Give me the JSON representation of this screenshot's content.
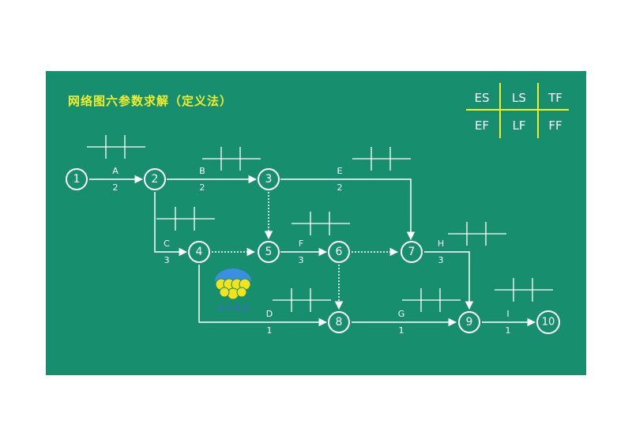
{
  "title": "网络图六参数求解（定义法）",
  "legend": [
    "ES",
    "LS",
    "TF",
    "EF",
    "LF",
    "FF"
  ],
  "nodes": [
    "1",
    "2",
    "3",
    "4",
    "5",
    "6",
    "7",
    "8",
    "9",
    "10"
  ],
  "activities": [
    {
      "name": "A",
      "duration": "2"
    },
    {
      "name": "B",
      "duration": "2"
    },
    {
      "name": "E",
      "duration": "2"
    },
    {
      "name": "C",
      "duration": "3"
    },
    {
      "name": "F",
      "duration": "3"
    },
    {
      "name": "H",
      "duration": "3"
    },
    {
      "name": "D",
      "duration": "1"
    },
    {
      "name": "G",
      "duration": "1"
    },
    {
      "name": "I",
      "duration": "1"
    }
  ],
  "logo_text": "智 宝 教 育",
  "colors": {
    "board": "#178f6e",
    "title": "#f2ef2a",
    "line": "#ffffff",
    "logo_blue": "#3a6fc4",
    "logo_yellow": "#f4e21a"
  }
}
